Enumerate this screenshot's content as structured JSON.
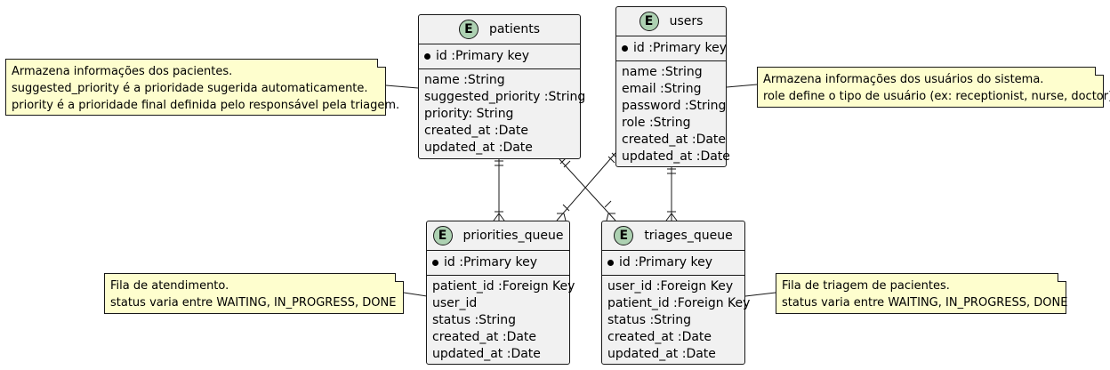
{
  "entities": {
    "patients": {
      "badge": "E",
      "name": "patients",
      "pk": "id :Primary key",
      "fields": [
        "name :String",
        "suggested_priority :String",
        "priority: String",
        "created_at :Date",
        "updated_at :Date"
      ]
    },
    "users": {
      "badge": "E",
      "name": "users",
      "pk": "id :Primary key",
      "fields": [
        "name :String",
        "email :String",
        "password :String",
        "role :String",
        "created_at :Date",
        "updated_at :Date"
      ]
    },
    "priorities_queue": {
      "badge": "E",
      "name": "priorities_queue",
      "pk": "id :Primary key",
      "fields": [
        "patient_id :Foreign Key",
        "user_id",
        "status :String",
        "created_at :Date",
        "updated_at :Date"
      ]
    },
    "triages_queue": {
      "badge": "E",
      "name": "triages_queue",
      "pk": "id :Primary key",
      "fields": [
        "user_id :Foreign Key",
        "patient_id :Foreign Key",
        "status :String",
        "created_at :Date",
        "updated_at :Date"
      ]
    }
  },
  "notes": {
    "patients": [
      "Armazena informações dos pacientes.",
      "suggested_priority é a prioridade sugerida automaticamente.",
      "priority é a prioridade final definida pelo responsável pela triagem."
    ],
    "users": [
      "Armazena informações dos usuários do sistema.",
      "role define o tipo de usuário (ex: receptionist, nurse, doctor)."
    ],
    "priorities_queue": [
      "Fila de atendimento.",
      "status varia entre WAITING, IN_PROGRESS,  DONE"
    ],
    "triages_queue": [
      "Fila de triagem de pacientes.",
      "status varia entre WAITING, IN_PROGRESS,  DONE"
    ]
  }
}
